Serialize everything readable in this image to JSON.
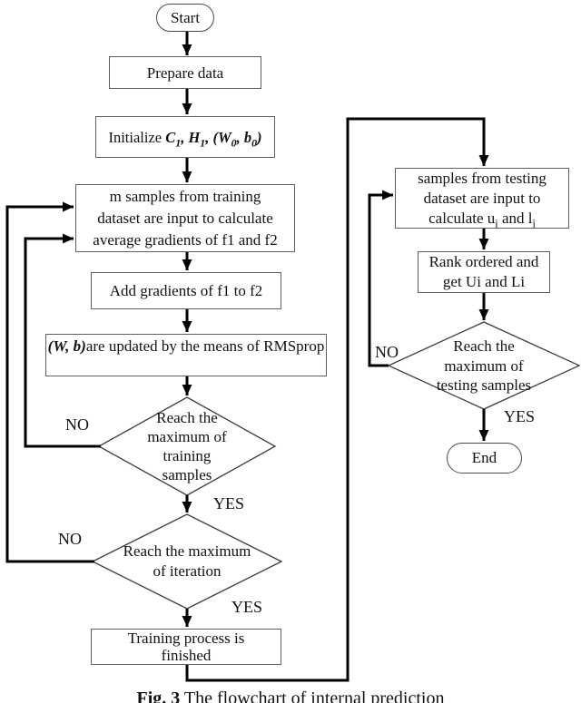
{
  "figure": {
    "caption_bold": "Fig. 3",
    "caption_rest": " The flowchart of internal prediction"
  },
  "nodes": {
    "start": "Start",
    "prepare": "Prepare data",
    "init": {
      "prefix": "Initialize ",
      "s1": "C",
      "s1sub": "1",
      "s2": ", ",
      "s3": "H",
      "s3sub": "1",
      "s4": ", (",
      "s5": "W",
      "s5sub": "0",
      "s6": ", ",
      "s7": "b",
      "s7sub": "0",
      "s8": ")"
    },
    "m_samples": {
      "l1": "m samples from training",
      "l2": "dataset are input to calculate",
      "l3": "average gradients of f1 and f2"
    },
    "add_gradients": "Add gradients of f1 to f2",
    "update": {
      "bold": "(W, b)",
      "rest": "are updated by the means of RMSprop"
    },
    "dec_training": {
      "l1": "Reach the",
      "l2": "maximum of",
      "l3": "training",
      "l4": "samples"
    },
    "dec_iteration": {
      "l1": "Reach the maximum",
      "l2": "of iteration"
    },
    "finished": {
      "l1": "Training process is",
      "l2": "finished"
    },
    "testing": {
      "l1": "samples from testing",
      "l2": "dataset are input to",
      "l3a": "calculate  u",
      "l3sub1": "i",
      "l3b": " and l",
      "l3sub2": "i"
    },
    "rank": {
      "l1": "Rank ordered and",
      "l2": "get Ui and Li"
    },
    "dec_testing": {
      "l1": "Reach the",
      "l2": "maximum of",
      "l3": "testing samples"
    },
    "end": "End"
  },
  "labels": {
    "training_no": "NO",
    "training_yes": "YES",
    "iteration_no": "NO",
    "iteration_yes": "YES",
    "testing_no": "NO",
    "testing_yes": "YES"
  },
  "colors": {
    "line": "#000000",
    "box_border": "#5f5f5f",
    "diamond_border": "#3c3c3c",
    "text": "#111111",
    "background": "#ffffff"
  }
}
